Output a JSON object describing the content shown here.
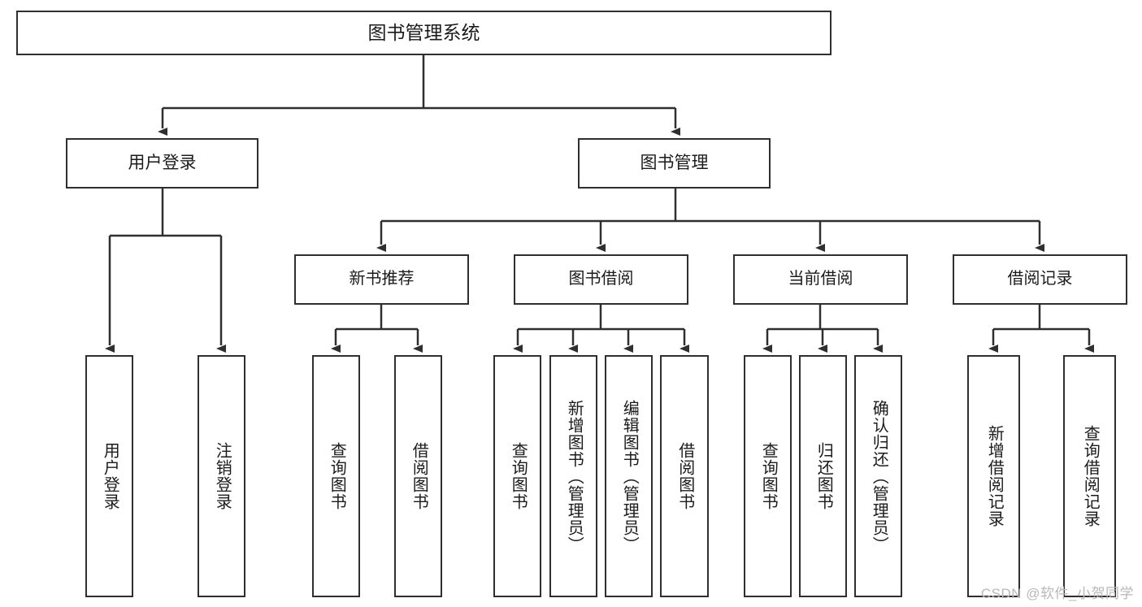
{
  "diagram": {
    "title": "图书管理系统",
    "type": "tree",
    "root": {
      "label": "图书管理系统"
    },
    "level1": [
      {
        "label": "用户登录"
      },
      {
        "label": "图书管理"
      }
    ],
    "level2": [
      {
        "label": "新书推荐",
        "parent": "图书管理"
      },
      {
        "label": "图书借阅",
        "parent": "图书管理"
      },
      {
        "label": "当前借阅",
        "parent": "图书管理"
      },
      {
        "label": "借阅记录",
        "parent": "图书管理"
      }
    ],
    "leaves": {
      "用户登录": [
        "用户登录",
        "注销登录"
      ],
      "新书推荐": [
        "查询图书",
        "借阅图书"
      ],
      "图书借阅": [
        "查询图书",
        "新增图书（管理员）",
        "编辑图书（管理员）",
        "借阅图书"
      ],
      "当前借阅": [
        "查询图书",
        "归还图书",
        "确认归还（管理员）"
      ],
      "借阅记录": [
        "新增借阅记录",
        "查询借阅记录"
      ]
    }
  },
  "watermark": {
    "text": "CSDN @软件_小贺同学"
  },
  "colors": {
    "stroke": "#2f2f2f",
    "background": "#ffffff",
    "text": "#1b1b1b",
    "watermark": "#b8b8b8"
  }
}
